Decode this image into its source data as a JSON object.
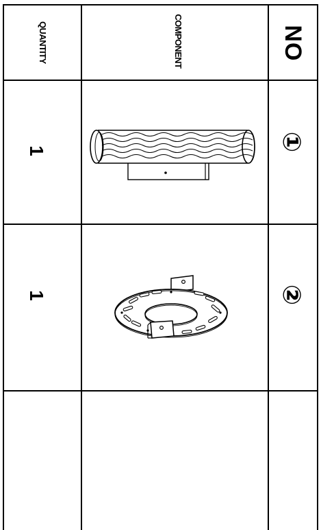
{
  "table": {
    "headers": {
      "quantity": "QUANTITY",
      "component": "COMPONENT",
      "no": "NO"
    },
    "rows": [
      {
        "no": "①",
        "component_icon": "cylindrical-wall-lamp-icon",
        "quantity": "1"
      },
      {
        "no": "②",
        "component_icon": "slotted-mounting-plate-icon",
        "quantity": "1"
      },
      {
        "no": "",
        "component_icon": "",
        "quantity": ""
      }
    ]
  }
}
